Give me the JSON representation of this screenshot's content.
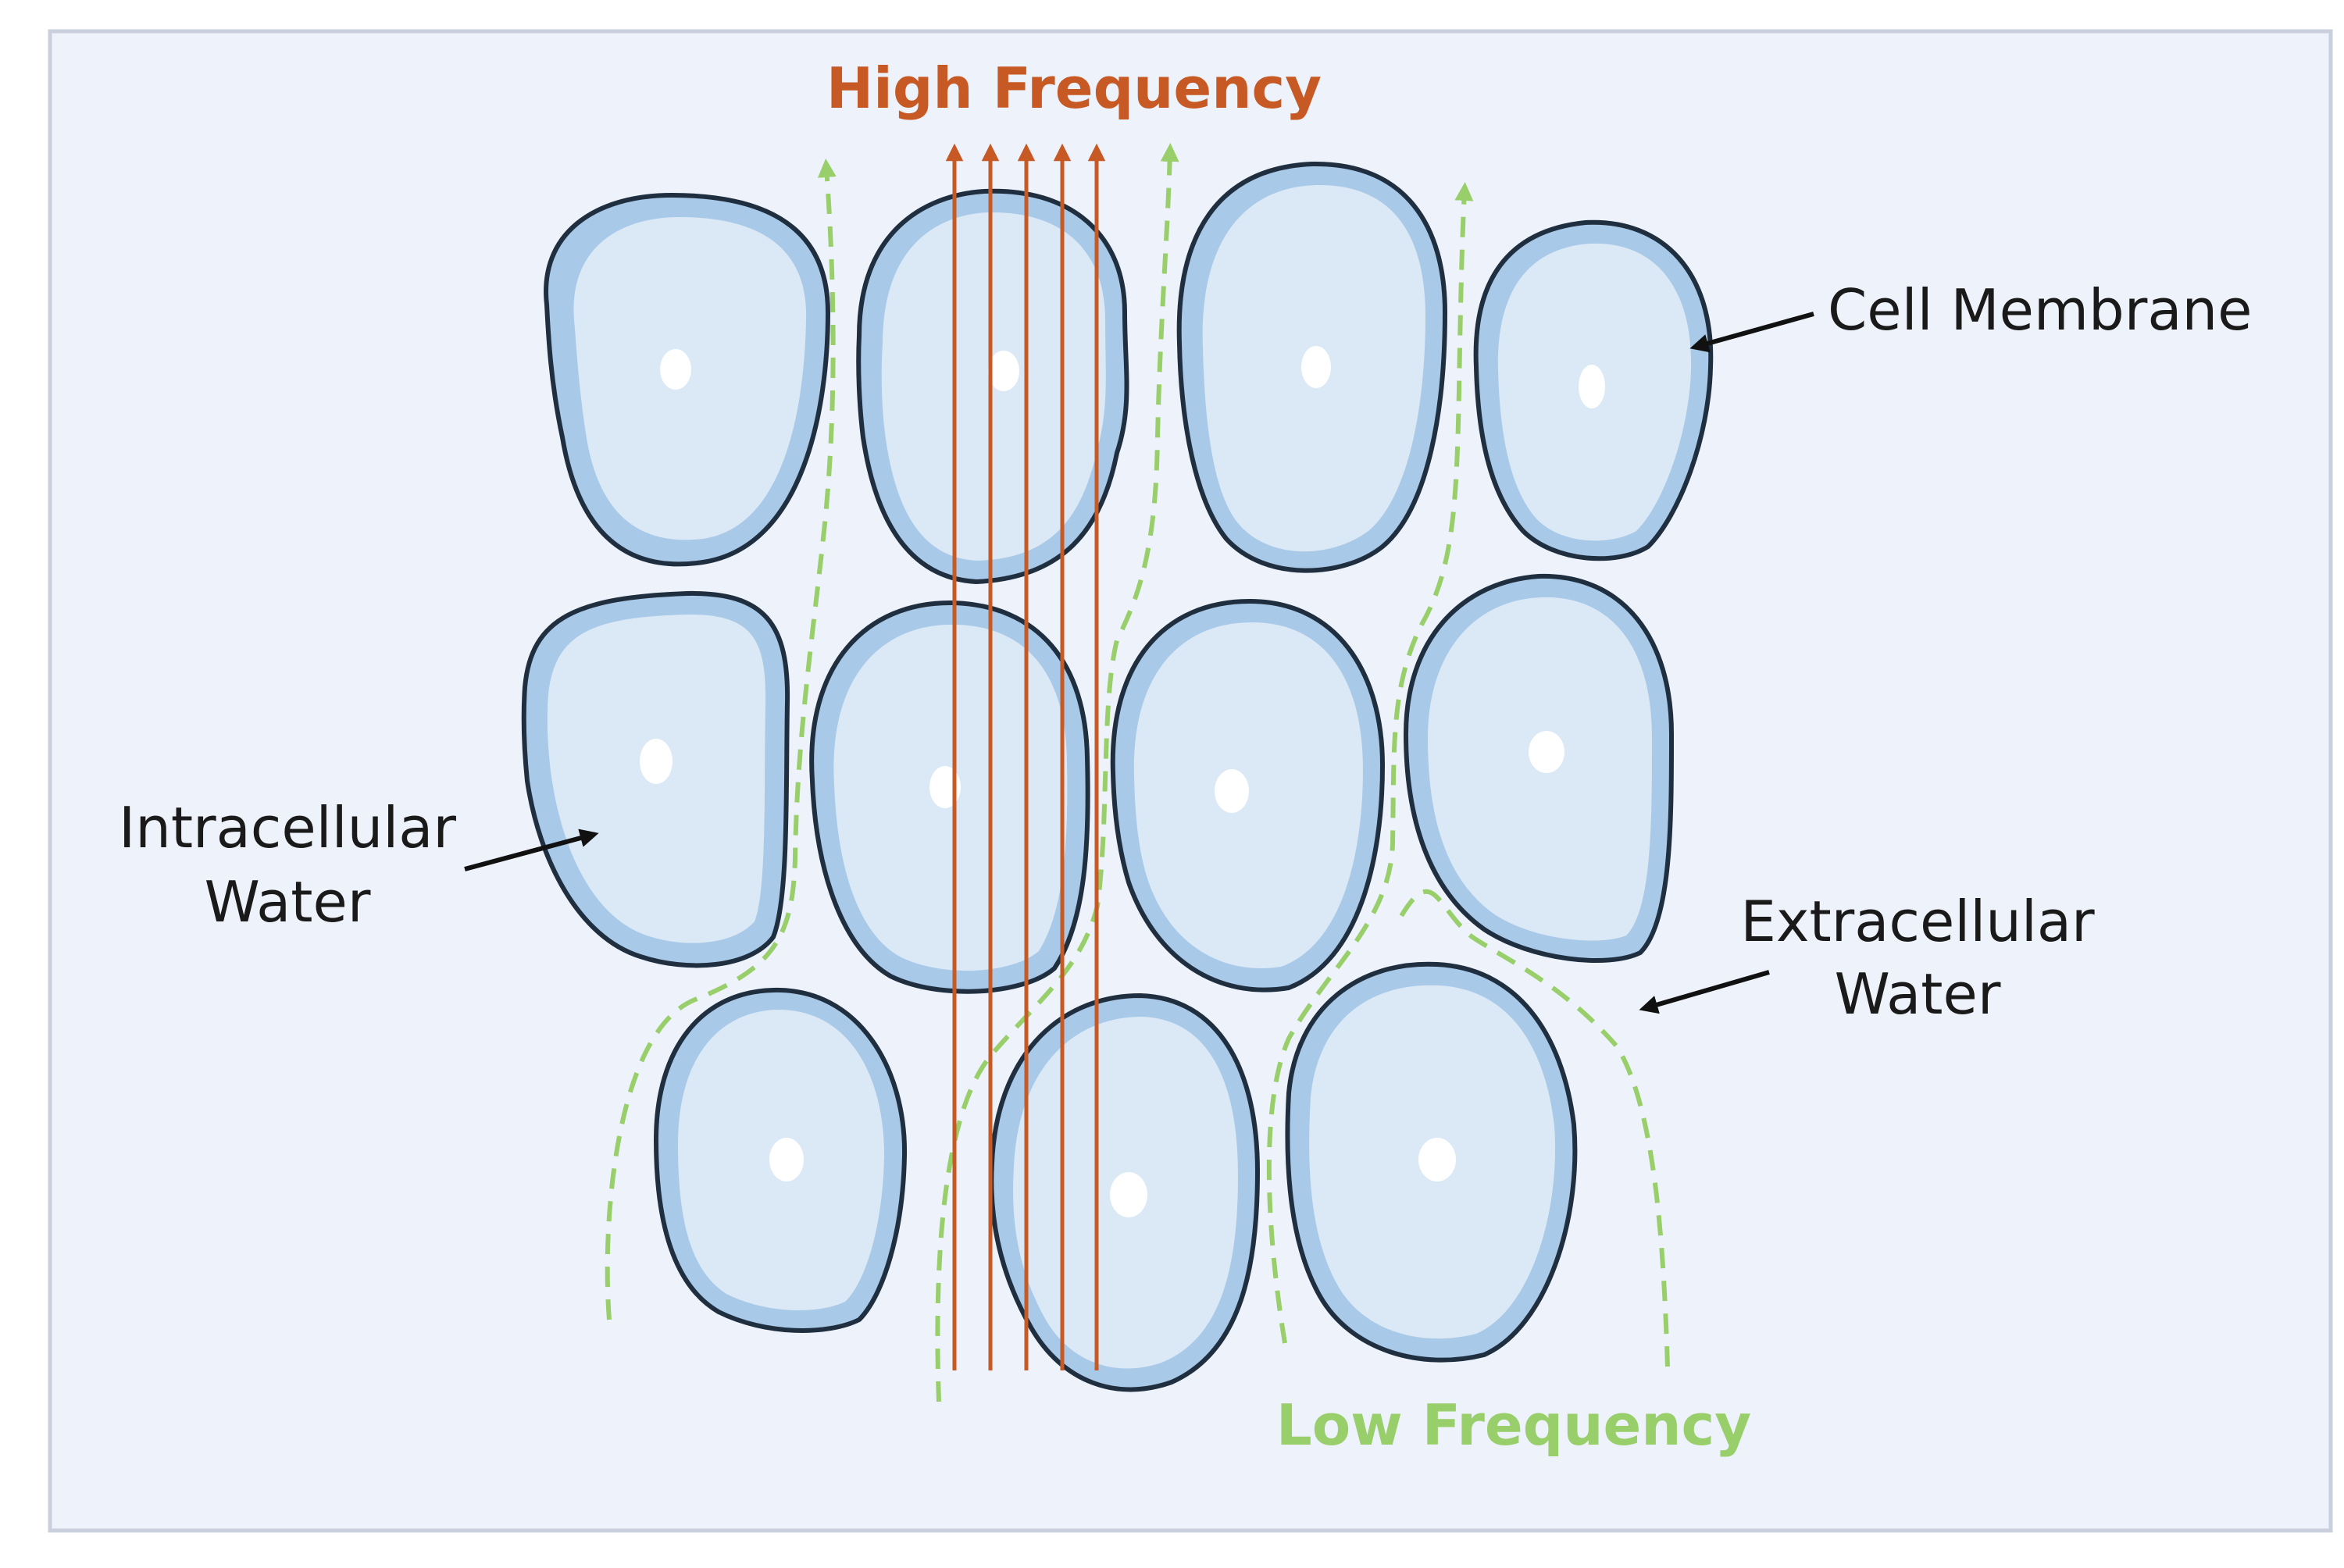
{
  "labels": {
    "high_frequency": "High Frequency",
    "low_frequency": "Low Frequency",
    "cell_membrane": "Cell Membrane",
    "intracellular_line1": "Intracellular",
    "intracellular_line2": "Water",
    "extracellular_line1": "Extracellular",
    "extracellular_line2": "Water"
  },
  "colors": {
    "background": "#eef2fa",
    "frame": "#c9cfdc",
    "cell_fill": "#dbe8f5",
    "cell_rim": "#a9c9e8",
    "cell_outline": "#1f2f40",
    "high_frequency": "#c75a24",
    "low_frequency": "#98cf6a",
    "text": "#1a1a1a"
  }
}
